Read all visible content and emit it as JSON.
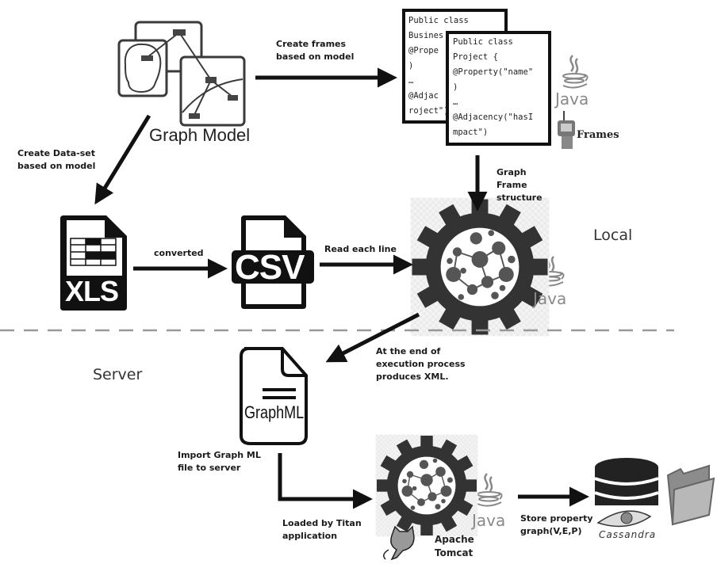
{
  "zones": {
    "local": "Local",
    "server": "Server"
  },
  "nodes": {
    "graph_model": {
      "label": "Graph Model",
      "icon": "graph-model-icon"
    },
    "frames_code_back": {
      "lines": [
        "Public class",
        "Busines",
        "@Prope",
        ")",
        "…",
        "@Adjac",
        "roject\")",
        "}"
      ]
    },
    "frames_code_front": {
      "lines": [
        "Public class",
        "Project {",
        "@Property(\"name\"",
        ")",
        "…",
        "@Adjacency(\"hasI",
        "mpact\")",
        "}"
      ]
    },
    "java_logo_text": "Java",
    "frames_logo_text": "Frames",
    "xls": {
      "label": "XLS",
      "icon": "xls-file-icon"
    },
    "csv": {
      "label": "CSV",
      "icon": "csv-file-icon"
    },
    "processor_local": {
      "icon": "gear-graph-icon"
    },
    "graphml": {
      "label": "GraphML",
      "icon": "graphml-file-icon"
    },
    "processor_server": {
      "icon": "gear-graph-icon"
    },
    "tomcat": {
      "label": "Apache\nTomcat",
      "icon": "tomcat-icon"
    },
    "database": {
      "icon": "database-icon"
    },
    "cassandra": {
      "label": "Cassandra",
      "icon": "cassandra-eye-icon"
    },
    "folder": {
      "icon": "folder-icon"
    }
  },
  "edges": {
    "create_frames": "Create frames\nbased on model",
    "create_dataset": "Create Data-set\nbased on model",
    "graph_frame_structure": "Graph\nFrame\nstructure",
    "converted": "converted",
    "read_each_line": "Read each line",
    "produces_xml": "At the end of\nexecution process\nproduces XML.",
    "import_graphml": "Import Graph ML\nfile to server",
    "loaded_by_titan": "Loaded by Titan\napplication",
    "store_property_graph": "Store property\ngraph(V,E,P)"
  },
  "colors": {
    "ink": "#111111",
    "gear": "#333333",
    "dash": "#999999",
    "java": "#8a8a8a",
    "folder": "#9a9a9a"
  }
}
